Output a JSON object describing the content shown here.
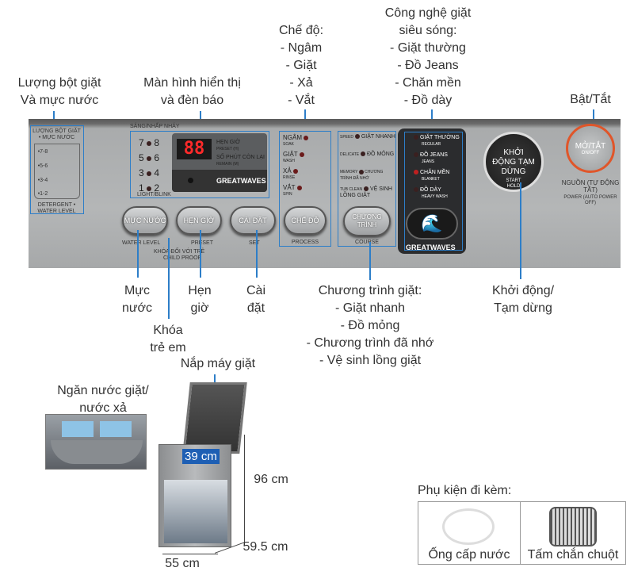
{
  "callouts": {
    "detergent": [
      "Lượng bột giặt",
      "Và mực nước"
    ],
    "display": [
      "Màn hình hiển thị",
      "và đèn báo"
    ],
    "mode": [
      "Chế độ:",
      "- Ngâm",
      "- Giặt",
      "- Xả",
      "- Vắt"
    ],
    "tech": [
      "Công nghệ giặt",
      "siêu sóng:",
      "- Giặt thường",
      "- Đồ Jeans",
      "- Chăn mền",
      "- Đồ dày"
    ],
    "power": "Bật/Tắt",
    "water": [
      "Mực",
      "nước"
    ],
    "preset": [
      "Hẹn",
      "giờ"
    ],
    "set": [
      "Cài",
      "đặt"
    ],
    "childlock": [
      "Khóa",
      "trẻ em"
    ],
    "course": [
      "Chương trình giặt:",
      "- Giặt nhanh",
      "- Đồ mỏng",
      "- Chương trình đã nhớ",
      "- Vệ sinh lồng giặt"
    ],
    "start": [
      "Khởi động/",
      "Tạm dừng"
    ],
    "lid": "Nắp máy giặt",
    "drawer": [
      "Ngăn nước giặt/",
      "nước xả"
    ]
  },
  "panel": {
    "detergent_title": "LƯỢNG BỘT GIẶT • MỰC NƯỚC",
    "detergent_rows": [
      "•7-8",
      "•5-6",
      "•3-4",
      "•1-2"
    ],
    "detergent_footer": "DETERGENT • WATER LEVEL",
    "blink_title": "SÁNG/NHẤP NHÁY",
    "blink_footer": "LIGHT/BLINK",
    "levels": [
      [
        "7",
        "8"
      ],
      [
        "5",
        "6"
      ],
      [
        "3",
        "4"
      ],
      [
        "1",
        "2"
      ]
    ],
    "display_digits": "88",
    "preset_vi": "HẸN GIỜ",
    "preset_en": "PRESET (H)",
    "remain_vi": "SỐ PHÚT CÒN LẠI",
    "remain_en": "REMAIN (M)",
    "brand": "GREATWAVES",
    "buttons": {
      "water": "MỰC NƯỚC",
      "preset": "HẸN GIỜ",
      "set": "CÀI ĐẶT",
      "process": "CHẾ ĐỘ",
      "course": "CHƯƠNG TRÌNH",
      "start": "KHỞI ĐỘNG TẠM DỪNG",
      "start_en": "START HOLD",
      "power": "MỞ/TẮT",
      "power_en": "ON/OFF"
    },
    "water_en": "WATER LEVEL",
    "preset_lbl": "PRESET",
    "set_en": "SET",
    "childlock_vi": "KHÓA ĐỐI VỚI TRẺ",
    "childlock_en": "CHILD PROOF",
    "process_en": "PROCESS",
    "course_en": "COURSE",
    "modes": [
      [
        "NGÂM",
        "SOAK"
      ],
      [
        "GIẶT",
        "WASH"
      ],
      [
        "XẢ",
        "RINSE"
      ],
      [
        "VẮT",
        "SPIN"
      ]
    ],
    "courses": [
      [
        "SPEED",
        "GIẶT NHANH"
      ],
      [
        "DELICATE",
        "ĐỒ MỎNG"
      ],
      [
        "MEMORY",
        "CHƯƠNG TRÌNH ĐÃ NHỚ"
      ],
      [
        "TUB CLEAN",
        "VỆ SINH LỒNG GIẶT"
      ]
    ],
    "waves": [
      [
        "GIẶT THƯỜNG",
        "REGULAR"
      ],
      [
        "ĐỒ JEANS",
        "JEANS"
      ],
      [
        "CHĂN MỀN",
        "BLANKET"
      ],
      [
        "ĐỒ DÀY",
        "HEAVY WASH"
      ]
    ],
    "power_vi": "NGUỒN (TỰ ĐỘNG TẮT)",
    "power_en2": "POWER (AUTO POWER OFF)"
  },
  "dimensions": {
    "depth_top": "39 cm",
    "height": "96 cm",
    "depth": "59.5 cm",
    "width": "55 cm"
  },
  "accessories": {
    "title": "Phụ kiện đi kèm:",
    "items": [
      "Ống cấp nước",
      "Tấm chắn chuột"
    ]
  },
  "colors": {
    "accent": "#2d7ec8",
    "led_red": "#ff2a2a",
    "power_ring": "#e0562a"
  }
}
